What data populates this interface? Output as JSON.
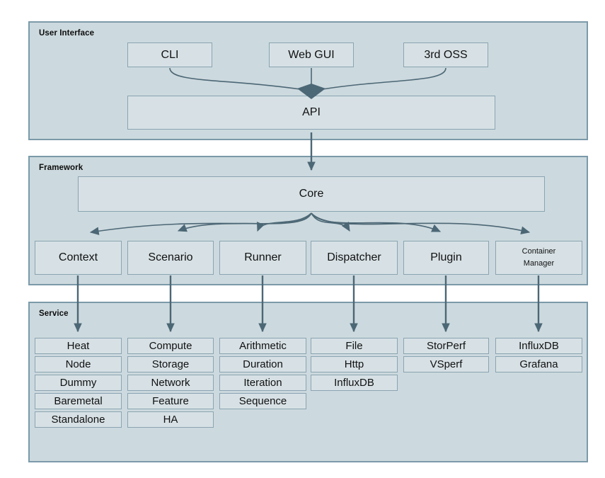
{
  "colors": {
    "section_fill": "#ccd9de",
    "section_border": "#7b9aa9",
    "box_fill": "#d7e1e5",
    "box_border": "#8aa4b1",
    "arrow": "#4c6775",
    "text": "#161616"
  },
  "sections": {
    "user_interface": {
      "label": "User Interface",
      "boxes": {
        "cli": "CLI",
        "web_gui": "Web GUI",
        "third_oss": "3rd OSS",
        "api": "API"
      }
    },
    "framework": {
      "label": "Framework",
      "core": "Core",
      "components": [
        "Context",
        "Scenario",
        "Runner",
        "Dispatcher",
        "Plugin",
        "Container Manager"
      ]
    },
    "service": {
      "label": "Service",
      "stacks": [
        {
          "items": [
            "Heat",
            "Node",
            "Dummy",
            "Baremetal",
            "Standalone"
          ]
        },
        {
          "items": [
            "Compute",
            "Storage",
            "Network",
            "Feature",
            "HA"
          ]
        },
        {
          "items": [
            "Arithmetic",
            "Duration",
            "Iteration",
            "Sequence"
          ]
        },
        {
          "items": [
            "File",
            "Http",
            "InfluxDB"
          ]
        },
        {
          "items": [
            "StorPerf",
            "VSperf"
          ]
        },
        {
          "items": [
            "InfluxDB",
            "Grafana"
          ]
        }
      ]
    }
  }
}
